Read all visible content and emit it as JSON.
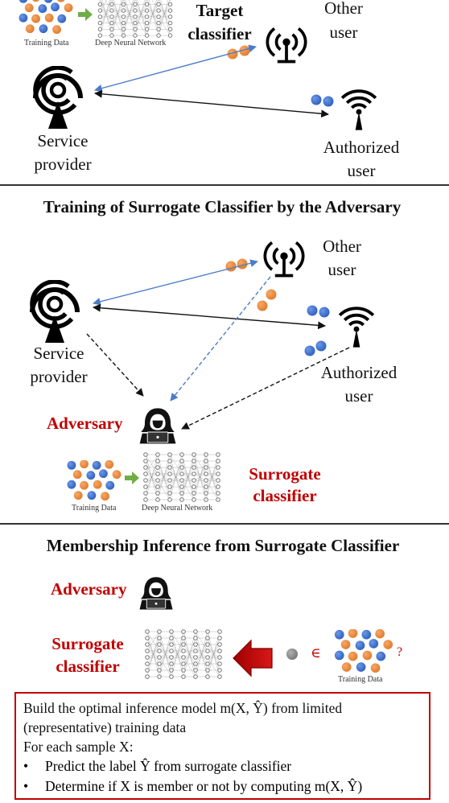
{
  "labels": {
    "training_data": "Training Data",
    "deep_neural_network": "Deep Neural Network",
    "target_classifier_1": "Target",
    "target_classifier_2": "classifier",
    "other_user_1": "Other",
    "other_user_2": "user",
    "service_provider_1": "Service",
    "service_provider_2": "provider",
    "authorized_user_1": "Authorized",
    "authorized_user_2": "user",
    "adversary": "Adversary",
    "surrogate_1": "Surrogate",
    "surrogate_2": "classifier",
    "element_of": "∈",
    "question": "?"
  },
  "sections": {
    "training_title": "Training of Surrogate Classifier by the Adversary",
    "membership_title": "Membership Inference from Surrogate Classifier"
  },
  "textbox": {
    "line1": "Build the optimal inference model m(X, Ŷ) from limited",
    "line2": "(representative) training data",
    "line3": "For each sample X:",
    "bullet_mark": "•",
    "bullet1": "Predict the label Ŷ from surrogate classifier",
    "bullet2": "Determine if X is member or not by computing m(X, Ŷ)"
  },
  "colors": {
    "blue_dot": "#3c6fd1",
    "orange_dot": "#ef8a3c",
    "blue_arrow": "#4a7cc9",
    "black_arrow": "#111111",
    "green_arrow": "#70ad47",
    "red_arrow": "#c00000",
    "accent_red": "#c00000",
    "gray_dot": "#8c8c8c"
  },
  "icons": {
    "tower": "radio-tower-icon",
    "antenna": "antenna-icon",
    "adversary": "hooded-hacker-icon",
    "network": "neural-network-icon"
  }
}
